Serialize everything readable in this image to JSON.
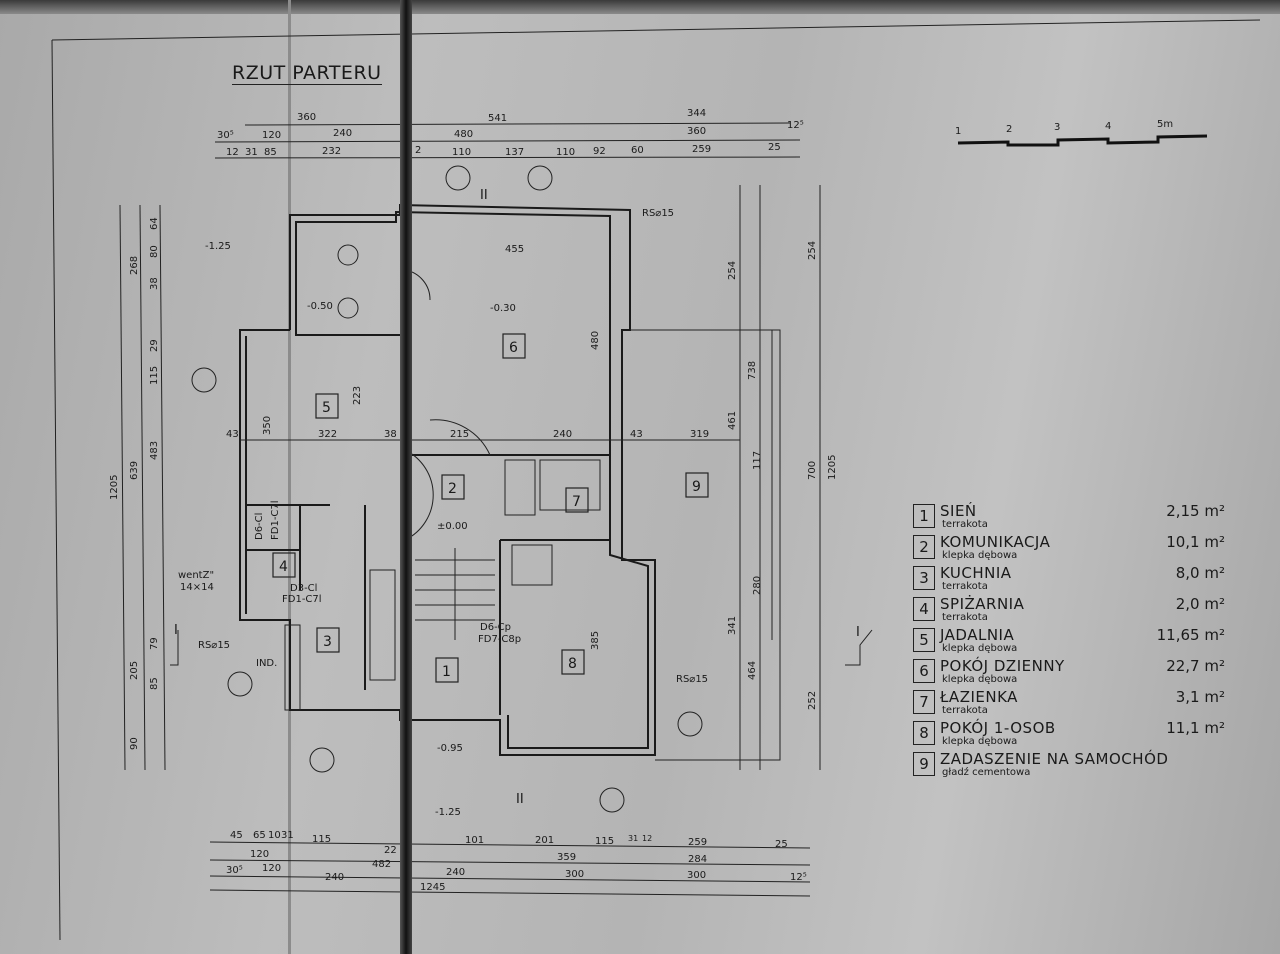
{
  "title": "RZUT PARTERU",
  "scale_bar": {
    "labels": [
      "1",
      "2",
      "3",
      "4",
      "5m"
    ]
  },
  "dims_top": {
    "row1": [
      "360",
      "541",
      "344"
    ],
    "row2": [
      "30⁵",
      "120",
      "240",
      "480",
      "360",
      "12⁵"
    ],
    "row3": [
      "12",
      "31",
      "85",
      "232",
      "2",
      "110",
      "137",
      "110",
      "92",
      "60",
      "259",
      "25"
    ]
  },
  "dims_bottom": {
    "row1": [
      "45",
      "65",
      "10",
      "31",
      "115",
      "22",
      "101",
      "201",
      "115",
      "31",
      "12",
      "259",
      "25"
    ],
    "row2": [
      "120",
      "482",
      "359",
      "284"
    ],
    "row3": [
      "30⁵",
      "120",
      "240",
      "240",
      "300",
      "300",
      "12⁵"
    ],
    "row4": [
      "1245"
    ]
  },
  "dims_left": [
    "1205",
    "639",
    "483",
    "268",
    "115",
    "205",
    "90",
    "64",
    "80",
    "38",
    "29",
    "79",
    "85"
  ],
  "dims_right": [
    "254",
    "254",
    "738",
    "461",
    "117",
    "280",
    "341",
    "464",
    "252",
    "700",
    "1205",
    "480",
    "385"
  ],
  "levels": [
    "-1.25",
    "-0.50",
    "-0.30",
    "±0.00",
    "-0.95",
    "-1.25"
  ],
  "room_numbers": [
    "1",
    "2",
    "3",
    "4",
    "5",
    "6",
    "7",
    "8",
    "9"
  ],
  "inner_dims": [
    "322",
    "215",
    "240",
    "319",
    "455",
    "223",
    "350",
    "43",
    "43",
    "38"
  ],
  "annotations": [
    "wentZ\"",
    "14×14",
    "RS⌀15",
    "RS⌀15",
    "RS⌀15",
    "D6-Cl",
    "FD1-C7l",
    "D3-Cl",
    "FD1-C7l",
    "D6-Cp",
    "FD7-C8p",
    "IND."
  ],
  "section_marks": [
    "II",
    "II",
    "I",
    "I"
  ],
  "legend": [
    {
      "num": "1",
      "name": "SIEŃ",
      "floor": "terrakota",
      "area": "2,15",
      "unit": "m²"
    },
    {
      "num": "2",
      "name": "KOMUNIKACJA",
      "floor": "klepka dębowa",
      "area": "10,1",
      "unit": "m²"
    },
    {
      "num": "3",
      "name": "KUCHNIA",
      "floor": "terrakota",
      "area": "8,0",
      "unit": "m²"
    },
    {
      "num": "4",
      "name": "SPIŻARNIA",
      "floor": "terrakota",
      "area": "2,0",
      "unit": "m²"
    },
    {
      "num": "5",
      "name": "JADALNIA",
      "floor": "klepka dębowa",
      "area": "11,65",
      "unit": "m²"
    },
    {
      "num": "6",
      "name": "POKÓJ DZIENNY",
      "floor": "klepka dębowa",
      "area": "22,7",
      "unit": "m²"
    },
    {
      "num": "7",
      "name": "ŁAZIENKA",
      "floor": "terrakota",
      "area": "3,1",
      "unit": "m²"
    },
    {
      "num": "8",
      "name": "POKÓJ 1-OSOB",
      "floor": "klepka dębowa",
      "area": "11,1",
      "unit": "m²"
    },
    {
      "num": "9",
      "name": "ZADASZENIE NA SAMOCHÓD",
      "floor": "gładź cementowa",
      "area": "",
      "unit": ""
    }
  ]
}
